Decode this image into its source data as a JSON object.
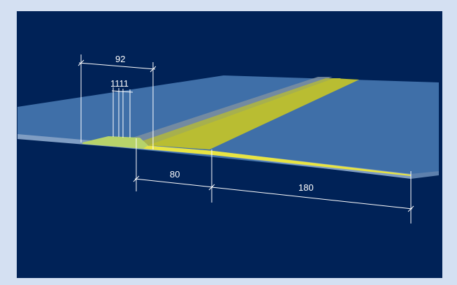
{
  "colors": {
    "background_dark": "#002257",
    "frame": "#d4e0f2",
    "ground": "#3f6fa8",
    "ground_edge": "#6e8fb8",
    "strip_light_green": "#b7d36a",
    "strip_yellow": "#e8e442",
    "strip_olive": "#9aa04a",
    "dimension_line": "#ffffff"
  },
  "dimensions": {
    "top_total": "92",
    "top_small": "1111",
    "bottom_left": "80",
    "bottom_right": "180"
  }
}
